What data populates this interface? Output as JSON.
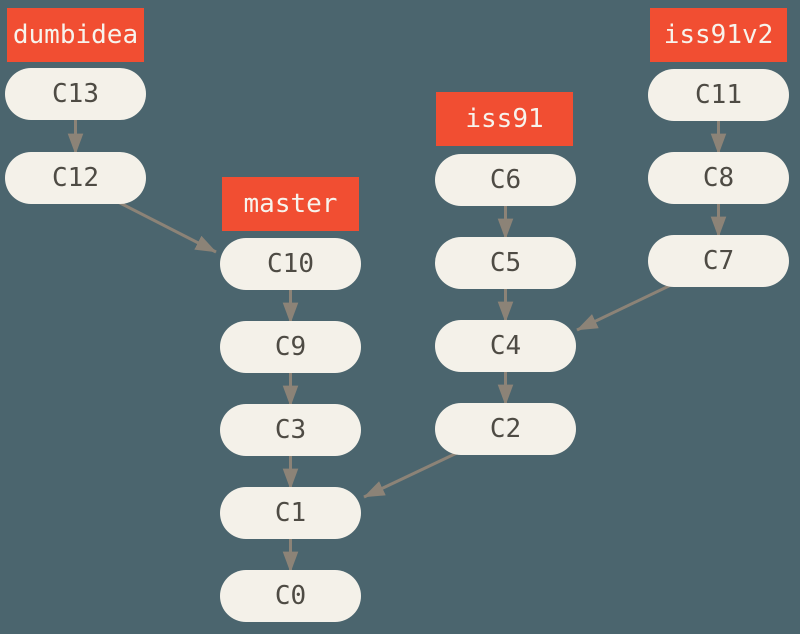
{
  "colors": {
    "background": "#4B656E",
    "branch_label_bg": "#F14E32",
    "branch_label_text": "#F7F3EC",
    "node_bg": "#F4F1E9",
    "node_text": "#4E4B44",
    "arrow": "#8C8377"
  },
  "branches": [
    {
      "name": "dumbidea",
      "head_commit": "C13"
    },
    {
      "name": "master",
      "head_commit": "C10"
    },
    {
      "name": "iss91",
      "head_commit": "C6"
    },
    {
      "name": "iss91v2",
      "head_commit": "C11"
    }
  ],
  "nodes": {
    "c0": "C0",
    "c1": "C1",
    "c2": "C2",
    "c3": "C3",
    "c4": "C4",
    "c5": "C5",
    "c6": "C6",
    "c7": "C7",
    "c8": "C8",
    "c9": "C9",
    "c10": "C10",
    "c11": "C11",
    "c12": "C12",
    "c13": "C13"
  },
  "edges": [
    {
      "from": "C13",
      "to": "C12"
    },
    {
      "from": "C12",
      "to": "C10"
    },
    {
      "from": "C10",
      "to": "C9"
    },
    {
      "from": "C9",
      "to": "C3"
    },
    {
      "from": "C3",
      "to": "C1"
    },
    {
      "from": "C1",
      "to": "C0"
    },
    {
      "from": "C6",
      "to": "C5"
    },
    {
      "from": "C5",
      "to": "C4"
    },
    {
      "from": "C4",
      "to": "C2"
    },
    {
      "from": "C2",
      "to": "C1"
    },
    {
      "from": "C11",
      "to": "C8"
    },
    {
      "from": "C8",
      "to": "C7"
    },
    {
      "from": "C7",
      "to": "C4"
    }
  ]
}
